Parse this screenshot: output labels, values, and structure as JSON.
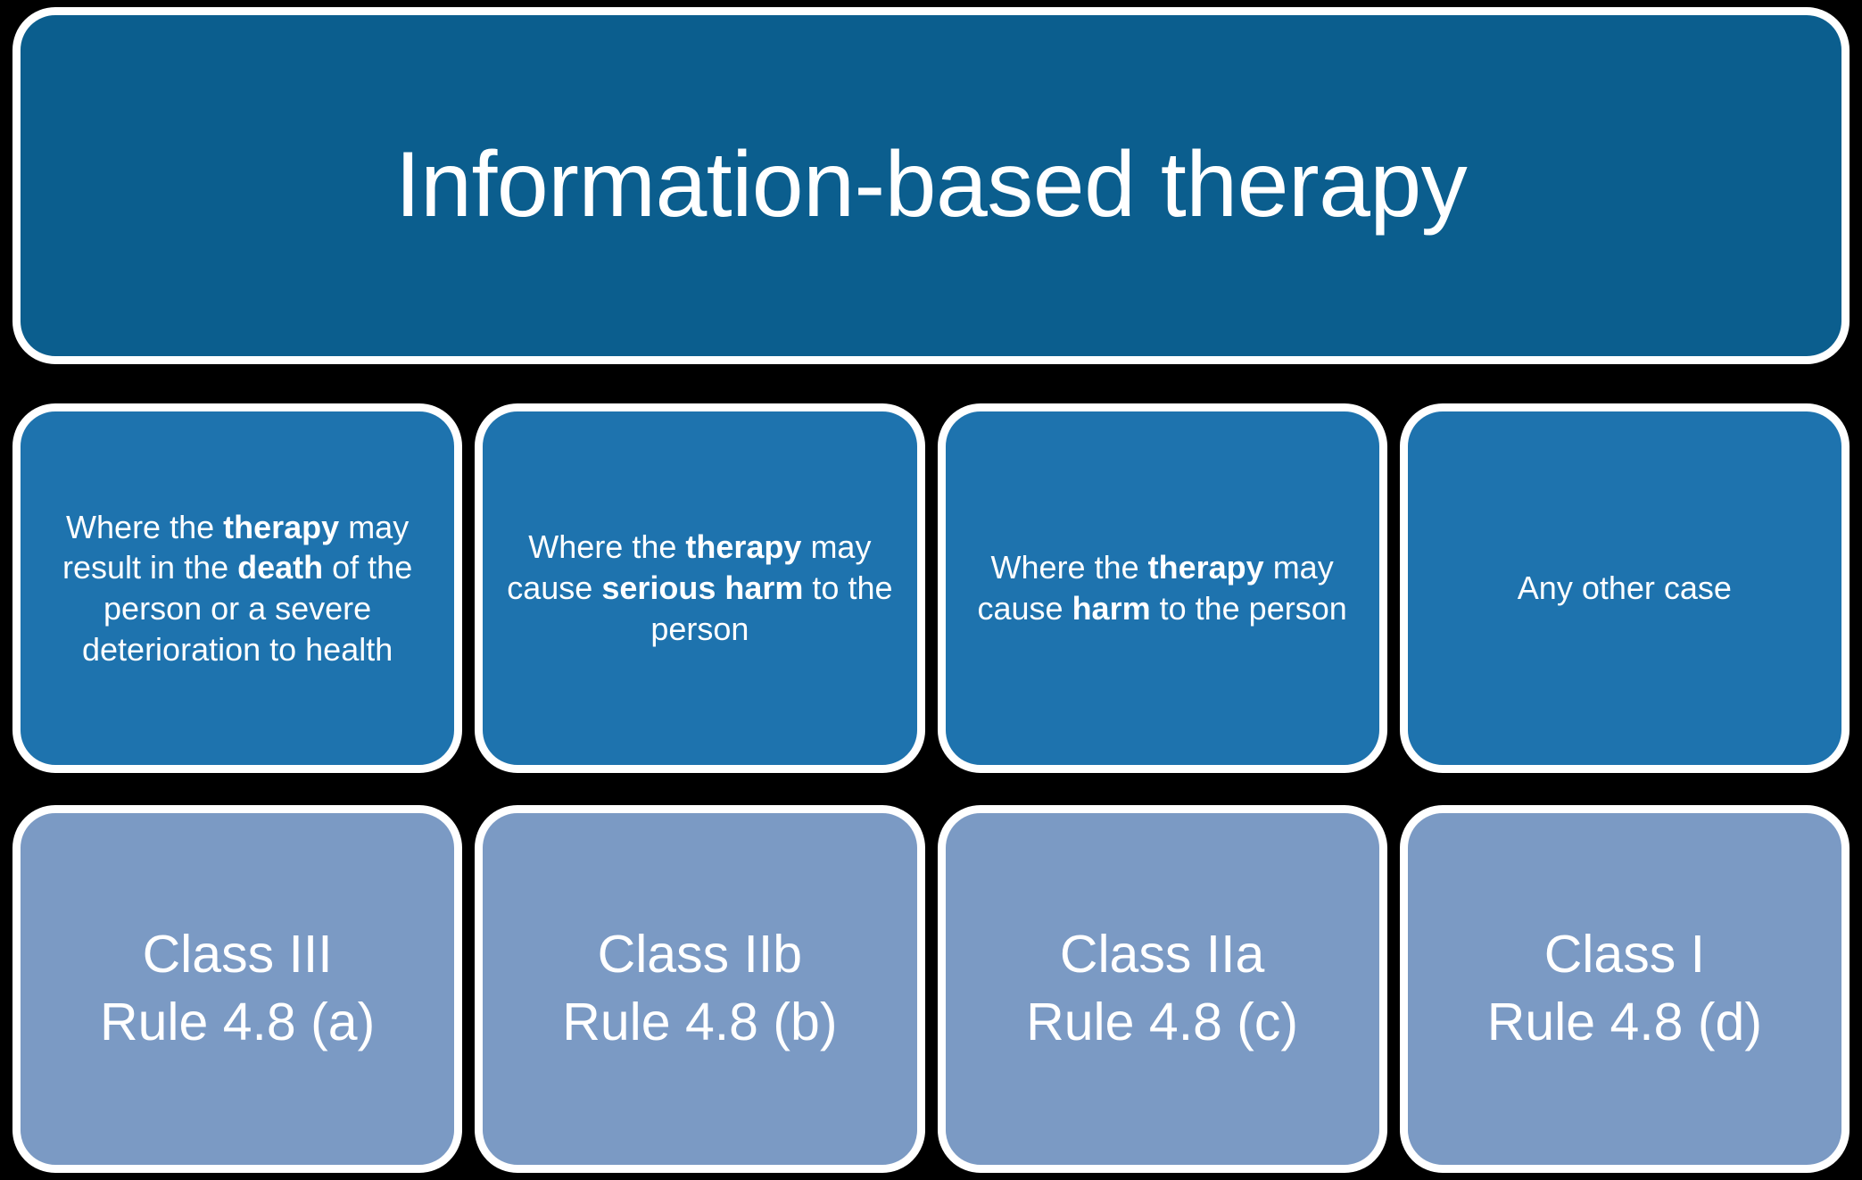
{
  "header": {
    "title": "Information-based therapy",
    "background_color": "#0B5E8E",
    "text_color": "#FFFFFF"
  },
  "colors": {
    "page_background": "#000000",
    "header_blue": "#0B5E8E",
    "condition_blue": "#1E73AE",
    "class_slate_blue": "#7B9AC4",
    "border_white": "#FFFFFF",
    "text_white": "#FFFFFF"
  },
  "conditions": [
    {
      "id": "condition-death",
      "plain_text": "Where the therapy may result in the death of the person or a severe deterioration to health",
      "segments": [
        {
          "text": "Where the ",
          "bold": false
        },
        {
          "text": "therapy",
          "bold": true
        },
        {
          "text": " may result in the ",
          "bold": false
        },
        {
          "text": "death",
          "bold": true
        },
        {
          "text": " of the person or a severe deterioration to health",
          "bold": false
        }
      ]
    },
    {
      "id": "condition-serious-harm",
      "plain_text": "Where the therapy may cause serious harm to the person",
      "segments": [
        {
          "text": "Where the ",
          "bold": false
        },
        {
          "text": "therapy",
          "bold": true
        },
        {
          "text": " may cause ",
          "bold": false
        },
        {
          "text": "serious harm",
          "bold": true
        },
        {
          "text": " to the person",
          "bold": false
        }
      ]
    },
    {
      "id": "condition-harm",
      "plain_text": "Where the therapy may cause harm to the person",
      "segments": [
        {
          "text": "Where the ",
          "bold": false
        },
        {
          "text": "therapy",
          "bold": true
        },
        {
          "text": " may cause ",
          "bold": false
        },
        {
          "text": "harm",
          "bold": true
        },
        {
          "text": " to the person",
          "bold": false
        }
      ]
    },
    {
      "id": "condition-any-other",
      "plain_text": "Any other case",
      "segments": [
        {
          "text": "Any other case",
          "bold": false
        }
      ]
    }
  ],
  "classifications": [
    {
      "id": "class-iii",
      "class_label": "Class III",
      "rule_label": "Rule 4.8 (a)",
      "text": "Class III\nRule 4.8 (a)"
    },
    {
      "id": "class-iib",
      "class_label": "Class IIb",
      "rule_label": "Rule 4.8 (b)",
      "text": "Class IIb\nRule 4.8 (b)"
    },
    {
      "id": "class-iia",
      "class_label": "Class IIa",
      "rule_label": "Rule 4.8 (c)",
      "text": "Class IIa\nRule 4.8 (c)"
    },
    {
      "id": "class-i",
      "class_label": "Class I",
      "rule_label": "Rule 4.8 (d)",
      "text": "Class I\nRule 4.8 (d)"
    }
  ]
}
